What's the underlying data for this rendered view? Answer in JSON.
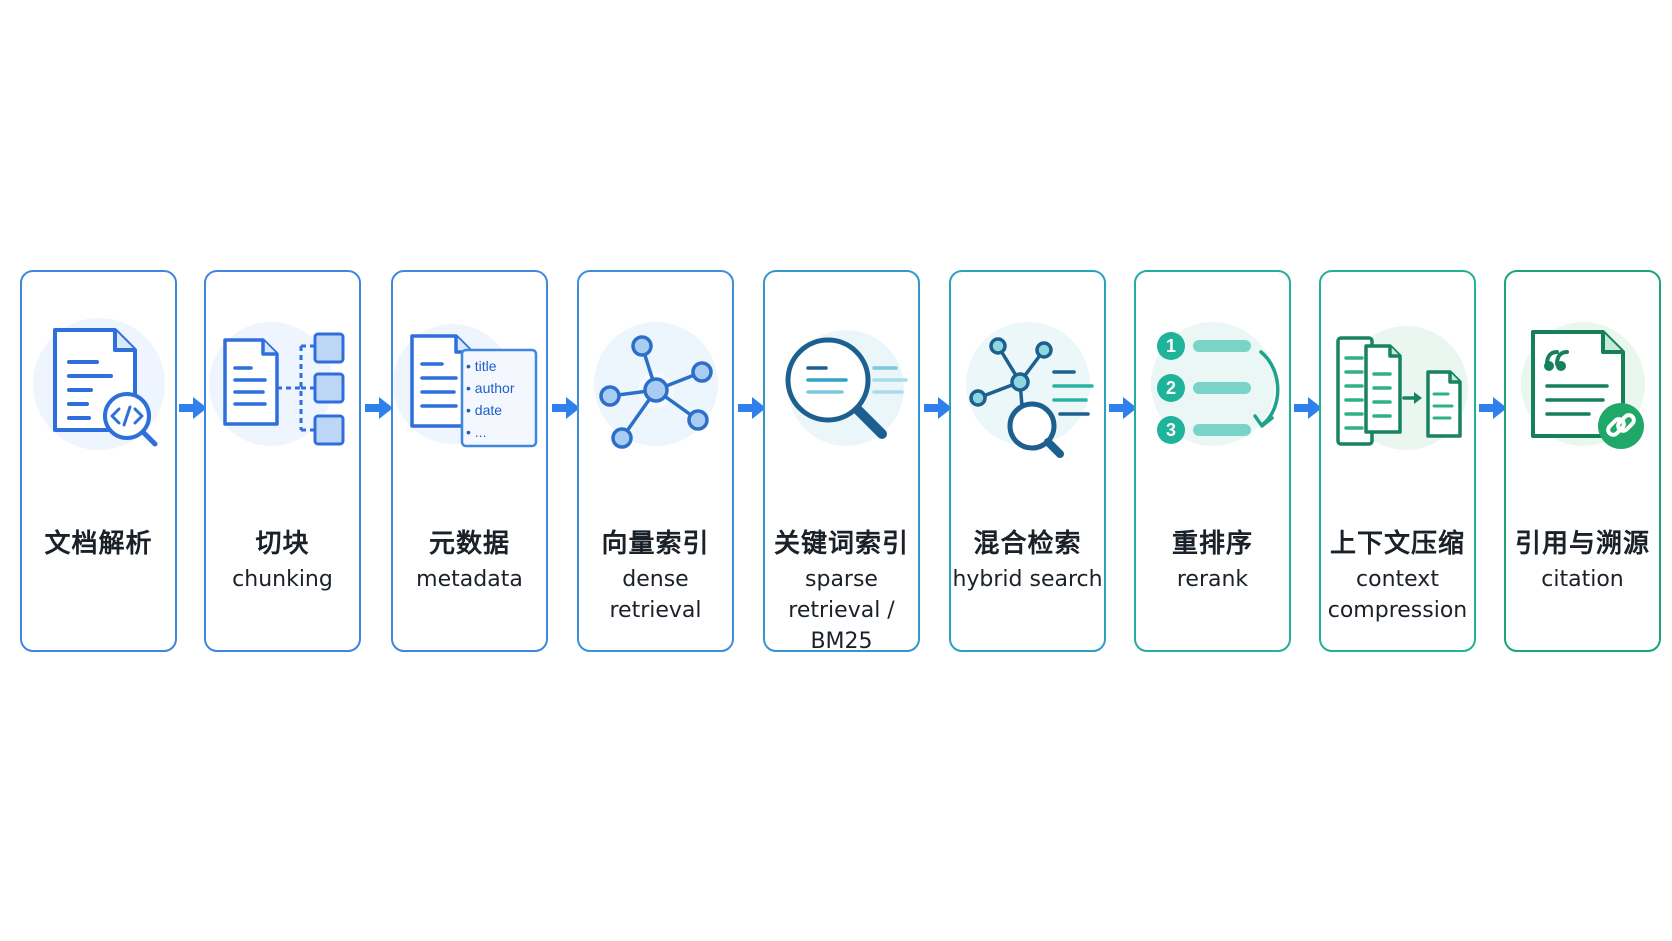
{
  "steps": [
    {
      "zh": "文档解析",
      "en": ""
    },
    {
      "zh": "切块",
      "en": "chunking"
    },
    {
      "zh": "元数据",
      "en": "metadata"
    },
    {
      "zh": "向量索引",
      "en": "dense retrieval"
    },
    {
      "zh": "关键词索引",
      "en": "sparse retrieval / BM25"
    },
    {
      "zh": "混合检索",
      "en": "hybrid search"
    },
    {
      "zh": "重排序",
      "en": "rerank"
    },
    {
      "zh": "上下文压缩",
      "en": "context compression"
    },
    {
      "zh": "引用与溯源",
      "en": "citation"
    }
  ],
  "metadata_fields": [
    "• title",
    "• author",
    "• date",
    "• ..."
  ],
  "rerank_numbers": [
    "1",
    "2",
    "3"
  ],
  "icons": [
    "document-code-icon",
    "chunk-split-icon",
    "metadata-document-icon",
    "vector-network-icon",
    "keyword-search-icon",
    "hybrid-search-icon",
    "rerank-list-icon",
    "compress-document-icon",
    "citation-link-icon"
  ],
  "colors": {
    "blue": "#2f6fdc",
    "light_blue": "#d9e8fb",
    "arrow": "#2f80ed",
    "teal": "#1fb39a",
    "green": "#17a36e",
    "dark_green": "#15805a"
  }
}
